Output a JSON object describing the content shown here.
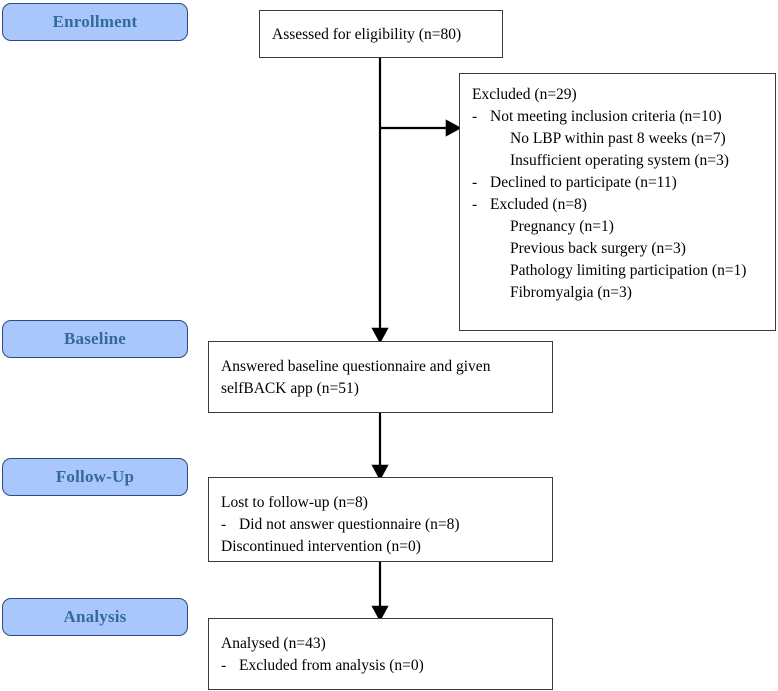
{
  "diagram": {
    "title": "CONSORT participant flow diagram",
    "accent_fill": "#a9c7fb",
    "accent_border": "#2a4a80",
    "accent_text": "#34699c",
    "box_border": "#3a3a3a",
    "connector_color": "#000000"
  },
  "stages": [
    {
      "label": "Enrollment"
    },
    {
      "label": "Baseline"
    },
    {
      "label": "Follow-Up"
    },
    {
      "label": "Analysis"
    }
  ],
  "boxes": {
    "eligibility": {
      "lines": [
        {
          "level": 0,
          "text": "Assessed for eligibility (n=80)"
        }
      ]
    },
    "excluded": {
      "lines": [
        {
          "level": 0,
          "text": "Excluded (n=29)"
        },
        {
          "level": 1,
          "text": "Not meeting inclusion criteria (n=10)"
        },
        {
          "level": 2,
          "text": "No LBP within past 8 weeks (n=7)"
        },
        {
          "level": 2,
          "text": "Insufficient operating system (n=3)"
        },
        {
          "level": 1,
          "text": "Declined to participate (n=11)"
        },
        {
          "level": 1,
          "text": "Excluded (n=8)"
        },
        {
          "level": 2,
          "text": "Pregnancy (n=1)"
        },
        {
          "level": 2,
          "text": "Previous back surgery (n=3)"
        },
        {
          "level": 2,
          "text": "Pathology limiting participation (n=1)"
        },
        {
          "level": 2,
          "text": "Fibromyalgia (n=3)"
        }
      ]
    },
    "baseline": {
      "lines": [
        {
          "level": 0,
          "text": "Answered baseline questionnaire and given"
        },
        {
          "level": 0,
          "text": "selfBACK app (n=51)"
        }
      ]
    },
    "followup": {
      "lines": [
        {
          "level": 0,
          "text": "Lost to follow-up (n=8)"
        },
        {
          "level": 1,
          "text": "Did not answer questionnaire (n=8)"
        },
        {
          "level": 0,
          "text": "Discontinued intervention (n=0)"
        }
      ]
    },
    "analysis": {
      "lines": [
        {
          "level": 0,
          "text": "Analysed (n=43)"
        },
        {
          "level": 1,
          "text": "Excluded from analysis (n=0)"
        }
      ]
    }
  },
  "dash_glyph": "-"
}
